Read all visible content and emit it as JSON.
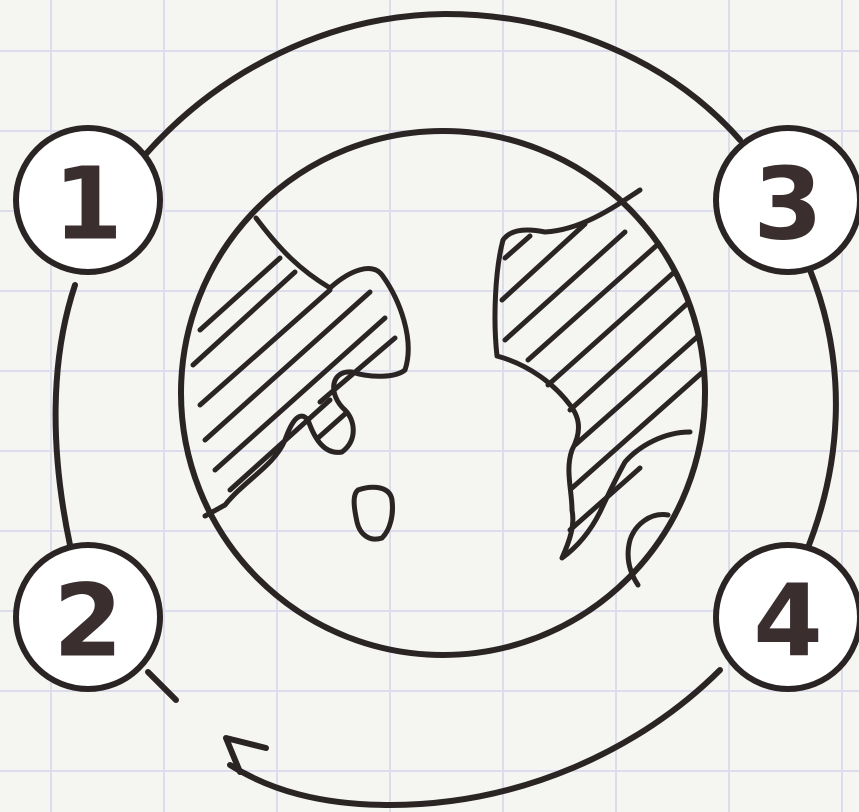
{
  "steps": [
    {
      "label": "1"
    },
    {
      "label": "2"
    },
    {
      "label": "3"
    },
    {
      "label": "4"
    }
  ],
  "colors": {
    "background": "#f5f6f1",
    "grid": "#dcdcec",
    "ink": "#2a2424",
    "badge_fill": "#ffffff",
    "badge_text": "#3a2e2e"
  },
  "icons": [
    "globe-icon",
    "cycle-arrow-icon"
  ]
}
